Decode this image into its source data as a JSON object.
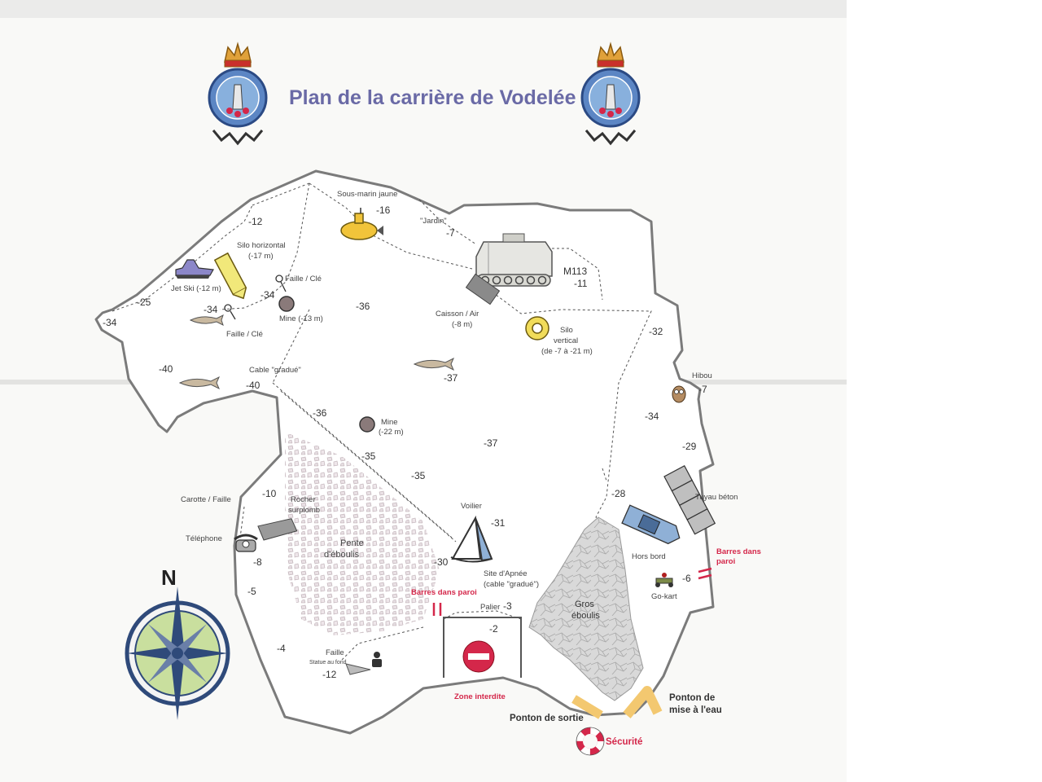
{
  "title": "Plan de la carrière de Vodelée",
  "compass": {
    "north": "N"
  },
  "depths": [
    "-12",
    "-16",
    "-7",
    "-11",
    "-25",
    "-34",
    "-34",
    "-34",
    "-36",
    "-32",
    "-40",
    "-40",
    "-37",
    "-7",
    "-36",
    "-34",
    "-35",
    "-37",
    "-29",
    "-35",
    "-10",
    "-28",
    "-31",
    "-8",
    "-30",
    "-6",
    "-5",
    "-3",
    "-2",
    "-4",
    "-12"
  ],
  "labels": {
    "sous_marin": "Sous-marin jaune",
    "jardin": "\"Jardin\"",
    "silo_horizontal": "Silo horizontal",
    "silo_horizontal_depth": "(-17 m)",
    "jet_ski": "Jet Ski (-12 m)",
    "faille_cle_1": "Faille / Clé",
    "faille_cle_2": "Faille / Clé",
    "mine_13": "Mine (-13 m)",
    "m113": "M113",
    "caisson": "Caisson / Air",
    "caisson_depth": "(-8 m)",
    "silo_vertical": "Silo",
    "silo_vertical_2": "vertical",
    "silo_vertical_3": "(de -7 à -21 m)",
    "cable_gradue": "Cable \"gradué\"",
    "hibou": "Hibou",
    "mine_22": "Mine",
    "mine_22_depth": "(-22 m)",
    "carotte": "Carotte / Faille",
    "rocher": "Rocher",
    "rocher_2": "surplomb",
    "tuyau": "Tuyau béton",
    "telephone": "Téléphone",
    "voilier": "Voilier",
    "pente": "Pente",
    "pente_2": "d'éboulis",
    "hors_bord": "Hors bord",
    "barres_right": "Barres dans",
    "barres_right_2": "paroi",
    "site_apnee": "Site d'Apnée",
    "site_apnee_2": "(cable \"gradué\")",
    "go_kart": "Go-kart",
    "barres_left": "Barres dans paroi",
    "palier": "Palier",
    "gros": "Gros",
    "gros_2": "éboulis",
    "faille": "Faille",
    "statue": "Statue au fond",
    "zone_interdite": "Zone interdite",
    "ponton_mise": "Ponton de",
    "ponton_mise_2": "mise à l'eau",
    "ponton_sortie": "Ponton de sortie",
    "securite": "Sécurité"
  },
  "colors": {
    "title": "#6a6aa6",
    "wall": "#7b7b7b",
    "red": "#d4274a",
    "yellow": "#f1dc5a",
    "badge_blue": "#5c86c4"
  },
  "icons": [
    "emblem-icon",
    "compass-rose-icon",
    "submarine-icon",
    "tank-icon",
    "jet-ski-icon",
    "silo-horizontal-icon",
    "silo-vertical-icon",
    "mine-icon",
    "key-icon",
    "fish-icon",
    "owl-icon",
    "telephone-icon",
    "sailboat-icon",
    "speedboat-icon",
    "go-kart-icon",
    "no-entry-icon",
    "lifebuoy-icon",
    "diver-statue-icon",
    "concrete-pipe-icon"
  ]
}
